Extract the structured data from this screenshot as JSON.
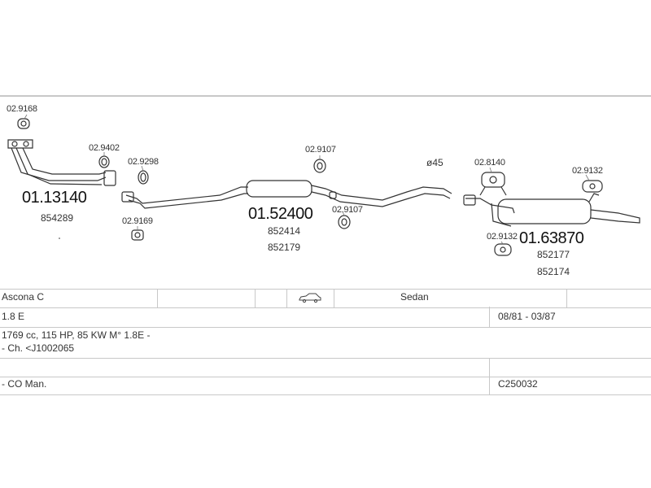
{
  "diagram": {
    "parts": {
      "p_029168": "02.9168",
      "p_029402": "02.9402",
      "p_029298": "02.9298",
      "p_029169": "02.9169",
      "p_029107_a": "02.9107",
      "p_029107_b": "02.9107",
      "p_028140": "02.8140",
      "p_029132_a": "02.9132",
      "p_029132_b": "02.9132",
      "diameter": "ø45"
    },
    "main_parts": {
      "front_pipe": "01.13140",
      "front_pipe_oe": [
        "854289"
      ],
      "middle_silencer": "01.52400",
      "middle_silencer_oe": [
        "852414",
        "852179"
      ],
      "rear_silencer": "01.63870",
      "rear_silencer_oe": [
        "852177",
        "852174"
      ]
    }
  },
  "vehicle": {
    "model": "Ascona C",
    "body_type": "Sedan",
    "engine": "1.8 E",
    "period": "08/81 - 03/87",
    "specs": "1769 cc, 115 HP, 85 KW M° 1.8E -",
    "chassis": "- Ch. <J1002065",
    "transmission": "- CO Man.",
    "code": "C250032"
  }
}
